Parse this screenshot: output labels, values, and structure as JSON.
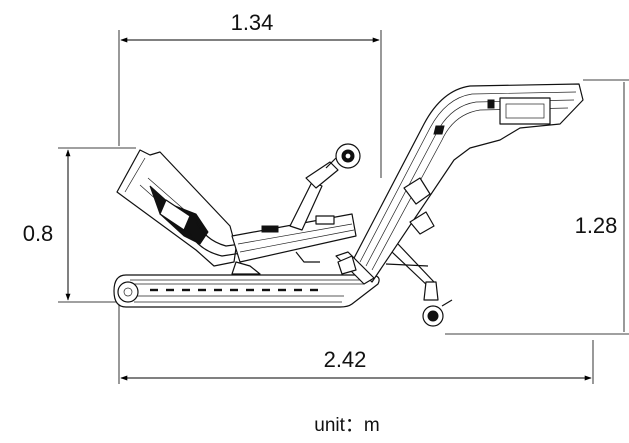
{
  "dimensions": {
    "top_width": "1.34",
    "left_height": "0.8",
    "right_height": "1.28",
    "bottom_length": "2.42"
  },
  "unit_label": "unit：m"
}
